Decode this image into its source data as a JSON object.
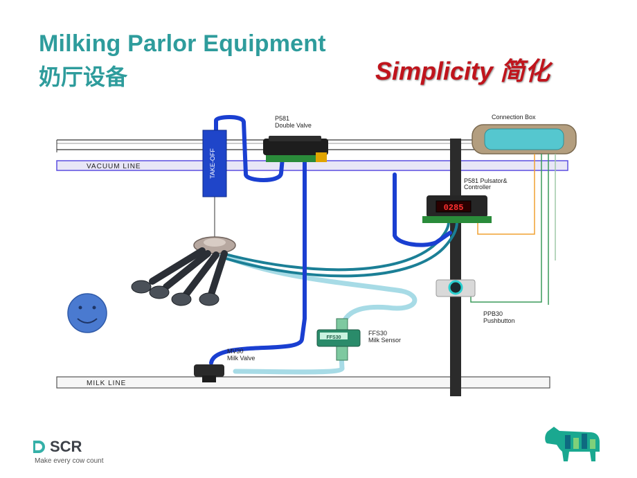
{
  "title": {
    "english": "Milking Parlor Equipment",
    "chinese": "奶厅设备"
  },
  "tagline": "Simplicity 简化",
  "diagram": {
    "vacuum_line_label": "VACUUM LINE",
    "milk_line_label": "MILK LINE",
    "take_off_label": "TAKE-OFF",
    "double_valve": {
      "model": "P581",
      "name": "Double Valve"
    },
    "connection_box": {
      "name": "Connection Box"
    },
    "pulsator": {
      "model": "P581 Pulsator&",
      "name": "Controller",
      "display": "0285"
    },
    "pushbutton": {
      "model": "PPB30",
      "name": "Pushbutton"
    },
    "milk_sensor": {
      "model": "FFS30",
      "name": "Milk Sensor",
      "screen": "FFS30"
    },
    "milk_valve": {
      "model": "MV30",
      "name": "Milk Valve"
    }
  },
  "logo": {
    "name": "SCR",
    "tagline": "Make every cow count"
  },
  "colors": {
    "title": "#2e9c9c",
    "tagline": "#c0141c",
    "vacuum_hose": "#1a3fd1",
    "milk_hose": "#a7dbe6",
    "pulse_hose": "#1b7f96"
  }
}
